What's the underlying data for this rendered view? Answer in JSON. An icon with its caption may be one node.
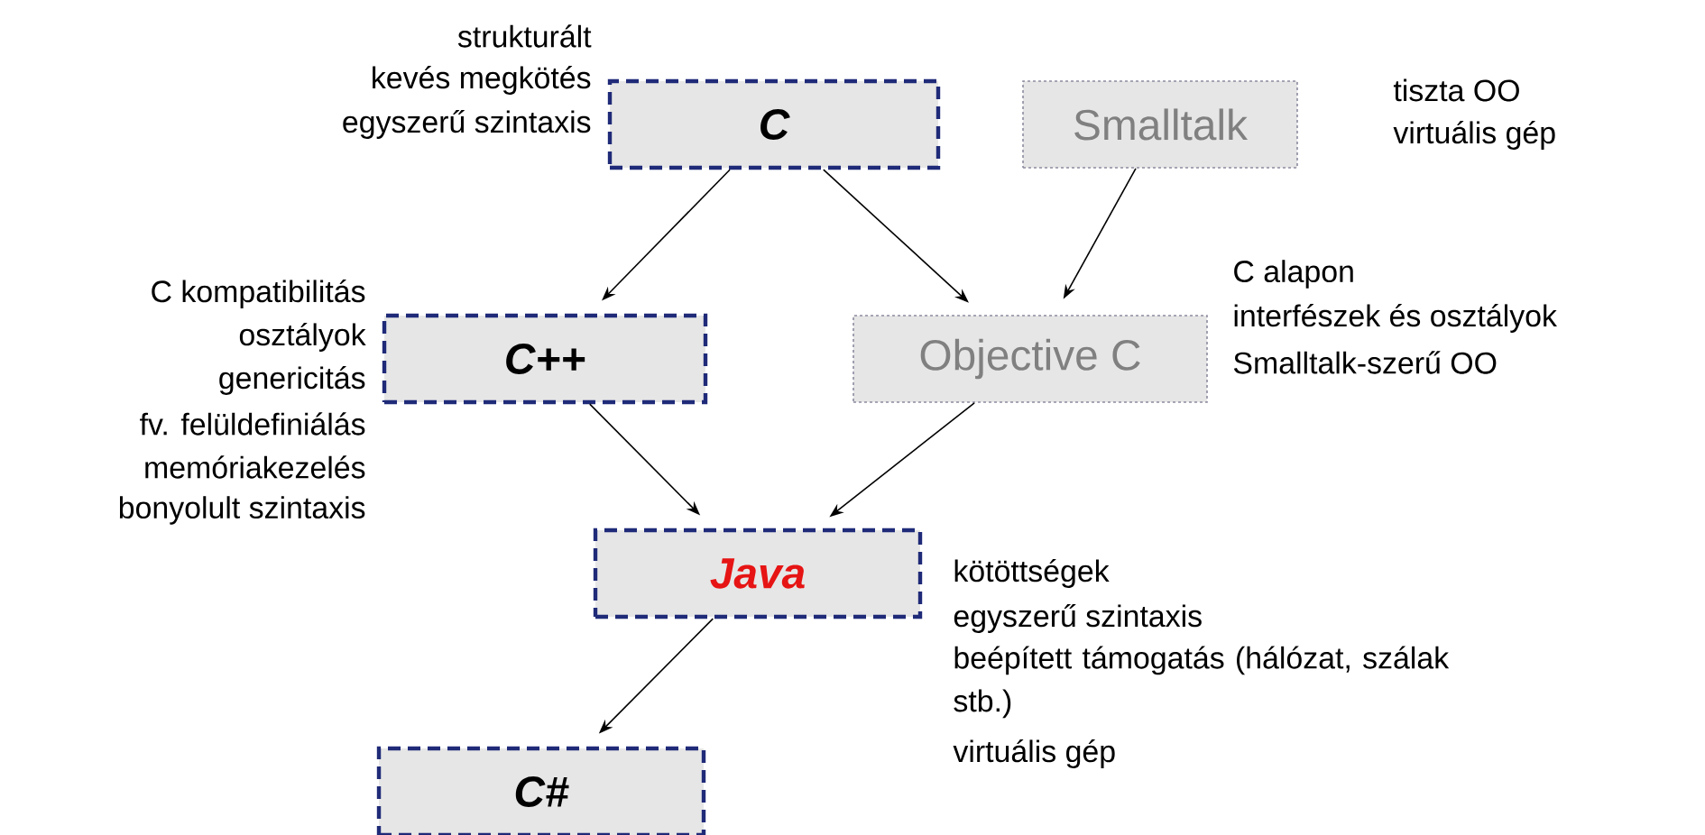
{
  "diagram": {
    "nodes": [
      {
        "text": [
          "C"
        ],
        "beside": [
          "strukturált",
          "kevés megkötés",
          "egyszerű szintaxis"
        ]
      },
      {
        "text": [
          "Smalltalk"
        ],
        "beside": [
          "tiszta OO",
          "virtuális gép"
        ]
      },
      {
        "text": [
          "C++"
        ],
        "beside": [
          "C kompatibilitás",
          "osztályok",
          "genericitás",
          "fv. felüldefiniálás",
          "memóriakezelés",
          "bonyolult szintaxis"
        ]
      },
      {
        "text": [
          "Objective C"
        ],
        "beside": [
          "C alapon",
          "interfészek és osztályok",
          "Smalltalk-szerű OO"
        ]
      },
      {
        "text": [
          "Java"
        ],
        "beside": [
          "kötöttségek",
          "egyszerű szintaxis",
          "beépített támogatás (hálózat, szálak stb.)",
          "virtuális gép"
        ]
      },
      {
        "text": [
          "C#"
        ]
      }
    ],
    "edges": [
      {
        "from": 0,
        "to": 2,
        "arrow": "to"
      },
      {
        "from": 0,
        "to": 3,
        "arrow": "to"
      },
      {
        "from": 1,
        "to": 3,
        "arrow": "to"
      },
      {
        "from": 2,
        "to": 4,
        "arrow": "to"
      },
      {
        "from": 3,
        "to": 4,
        "arrow": "to"
      },
      {
        "from": 4,
        "to": 5,
        "arrow": "to"
      }
    ]
  }
}
